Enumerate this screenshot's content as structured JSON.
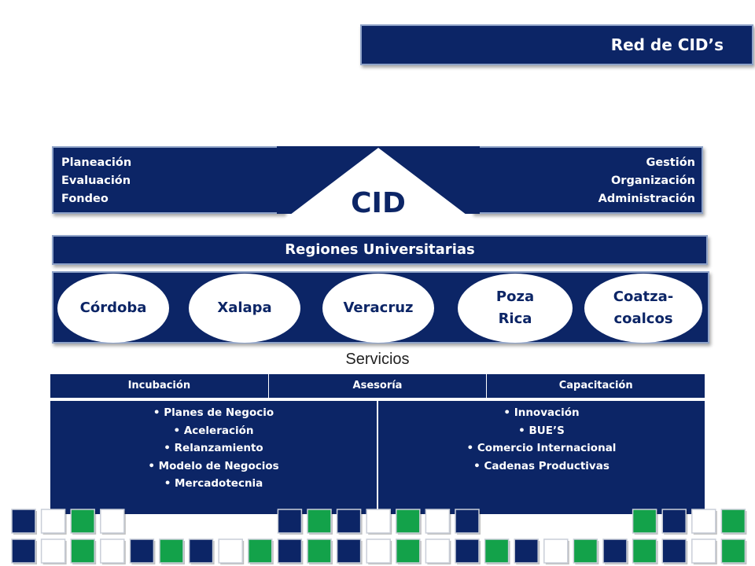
{
  "header": {
    "title": "Red de CID’s"
  },
  "cid": {
    "label": "CID",
    "left_items": [
      "Planeación",
      "Evaluación",
      "Fondeo"
    ],
    "right_items": [
      "Gestión",
      "Organización",
      "Administración"
    ]
  },
  "regions": {
    "title": "Regiones Universitarias",
    "items": [
      {
        "label": "Córdoba"
      },
      {
        "label": "Xalapa"
      },
      {
        "label": "Veracruz"
      },
      {
        "label": "Poza\nRica"
      },
      {
        "label": "Coatza-\ncoalcos"
      }
    ]
  },
  "services": {
    "title": "Servicios",
    "headers": [
      "Incubación",
      "Asesoría",
      "Capacitación"
    ],
    "left_list": [
      "Planes de Negocio",
      "Aceleración",
      "Relanzamiento",
      "Modelo de Negocios",
      "Mercadotecnia"
    ],
    "right_list": [
      "Innovación",
      "BUE’S",
      "Comercio Internacional",
      "Cadenas Productivas"
    ]
  },
  "colors": {
    "navy": "#0c2566",
    "green": "#13a24a",
    "white": "#ffffff",
    "border": "#8fa3c8"
  },
  "decoration": {
    "square_rows": [
      [
        "navy",
        "white",
        "green",
        "white",
        "",
        "",
        "",
        "",
        "",
        "navy",
        "green",
        "navy",
        "white",
        "green",
        "white",
        "navy",
        "",
        "",
        "",
        "",
        "",
        "green",
        "navy",
        "white",
        "green"
      ],
      [
        "navy",
        "white",
        "green",
        "white",
        "navy",
        "green",
        "navy",
        "white",
        "green",
        "navy",
        "green",
        "navy",
        "white",
        "green",
        "white",
        "navy",
        "green",
        "navy",
        "white",
        "green",
        "navy",
        "green",
        "navy",
        "white",
        "green"
      ]
    ]
  }
}
